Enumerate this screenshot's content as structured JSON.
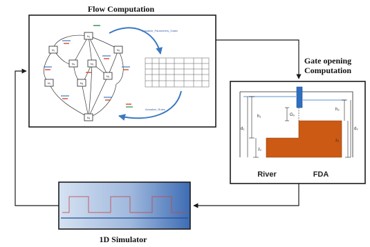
{
  "titles": {
    "flow": "Flow Computation",
    "gate_line1": "Gate opening",
    "gate_line2": "Computation",
    "simulator": "1D Simulator"
  },
  "gate": {
    "river_label": "River",
    "fda_label": "FDA",
    "labels": {
      "h_left": "h₁",
      "d_left": "d₁",
      "z_left": "z₁",
      "g_open": "G₀",
      "h_right": "h₂",
      "d_right": "d₂",
      "z_right": "z₂"
    }
  },
  "network": {
    "nodes": [
      "N₁",
      "N₂",
      "N₃",
      "N₄",
      "N₅",
      "N₆",
      "N₇",
      "N₈",
      "N₉"
    ],
    "top_arrow_label": "Actualize_Parameters_Gates",
    "bottom_arrow_label": "Actualize_Rules"
  },
  "colors": {
    "frame": "#1a1a1a",
    "arrow": "#3a78c2",
    "gate": "#2f6fc0",
    "soil": "#cc5a14",
    "water": "#7aa7d6",
    "sim_left": "#c9d8ee",
    "sim_right": "#3d6cb4"
  }
}
